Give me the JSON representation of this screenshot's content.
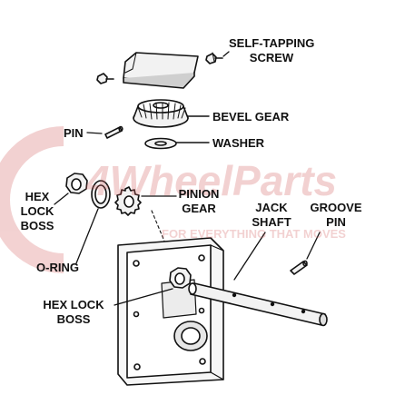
{
  "labels": {
    "self_tapping_screw": [
      "SELF-TAPPING",
      "SCREW"
    ],
    "bevel_gear": "BEVEL GEAR",
    "pin": "PIN",
    "washer": "WASHER",
    "hex_lock_boss_left": [
      "HEX",
      "LOCK",
      "BOSS"
    ],
    "pinion_gear": [
      "PINION",
      "GEAR"
    ],
    "jack_shaft": [
      "JACK",
      "SHAFT"
    ],
    "groove_pin": [
      "GROOVE",
      "PIN"
    ],
    "o_ring": "O-RING",
    "hex_lock_boss_bottom": [
      "HEX LOCK",
      "BOSS"
    ]
  },
  "watermark": {
    "brand": "4WheelParts",
    "tagline": "FOR EVERYTHING THAT MOVES"
  },
  "colors": {
    "line": "#111111",
    "part_fill": "#f2f2f2",
    "shadow_fill": "#bdbdbd",
    "watermark": "#e8b4b4"
  }
}
